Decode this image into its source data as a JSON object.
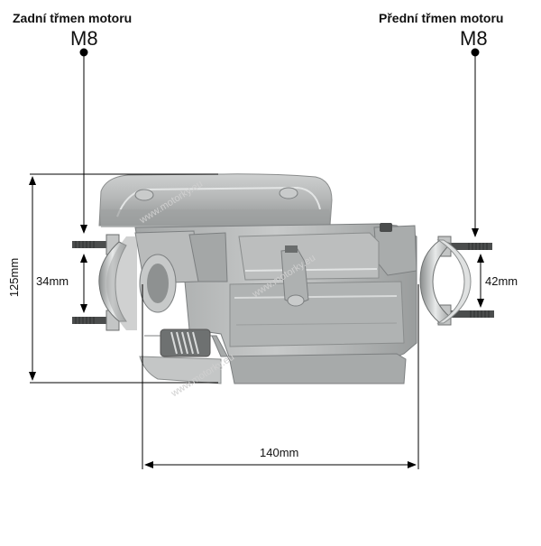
{
  "callouts": {
    "rear": {
      "title": "Zadní třmen motoru",
      "thread": "M8"
    },
    "front": {
      "title": "Přední třmen motoru",
      "thread": "M8"
    }
  },
  "dimensions": {
    "height": "125mm",
    "rear_clamp": "34mm",
    "front_clamp": "42mm",
    "width": "140mm"
  },
  "watermark": "www.motorky.eu",
  "colors": {
    "casting": "#b7b9b9",
    "casting_dark": "#7c7f80",
    "casting_light": "#d6d8d8",
    "line": "#000000"
  }
}
